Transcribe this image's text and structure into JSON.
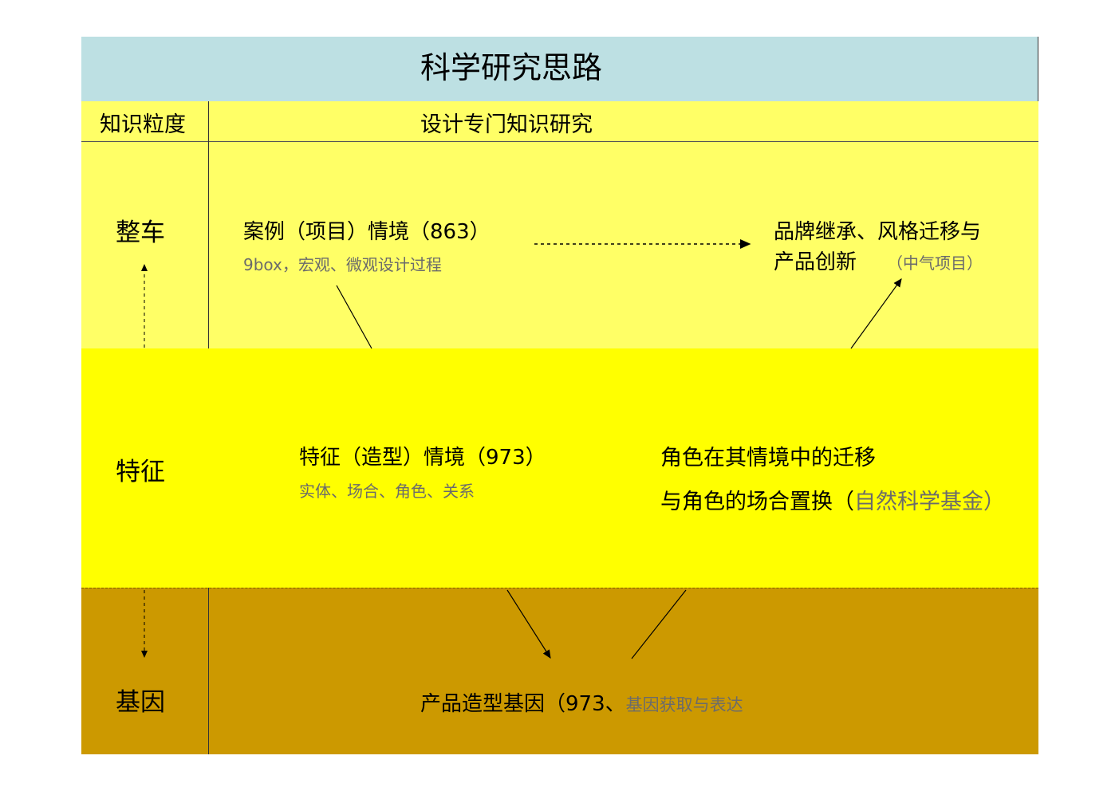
{
  "title": "科学研究思路",
  "header": {
    "granularity_label": "知识粒度",
    "research_label": "设计专门知识研究"
  },
  "levels": {
    "vehicle": "整车",
    "feature": "特征",
    "gene": "基因"
  },
  "vehicle_row": {
    "case_title": "案例（项目）情境（863）",
    "case_sub": "9box，宏观、微观设计过程",
    "brand_line1": "品牌继承、风格迁移与",
    "brand_line2": "产品创新",
    "brand_note": "（中气项目）"
  },
  "feature_row": {
    "feature_title": "特征（造型）情境（973）",
    "feature_sub": "实体、场合、角色、关系",
    "role_line1": "角色在其情境中的迁移",
    "role_line2": "与角色的场合置换（",
    "role_note": "自然科学基金",
    "role_close": "）"
  },
  "gene_row": {
    "gene_title": "产品造型基因（973、",
    "gene_note": "基因获取与表达"
  },
  "colors": {
    "title_band": "#bde0e3",
    "light_yellow": "#ffff66",
    "bright_yellow": "#ffff00",
    "gold": "#cc9900",
    "note_gray": "#6b6b6b"
  }
}
